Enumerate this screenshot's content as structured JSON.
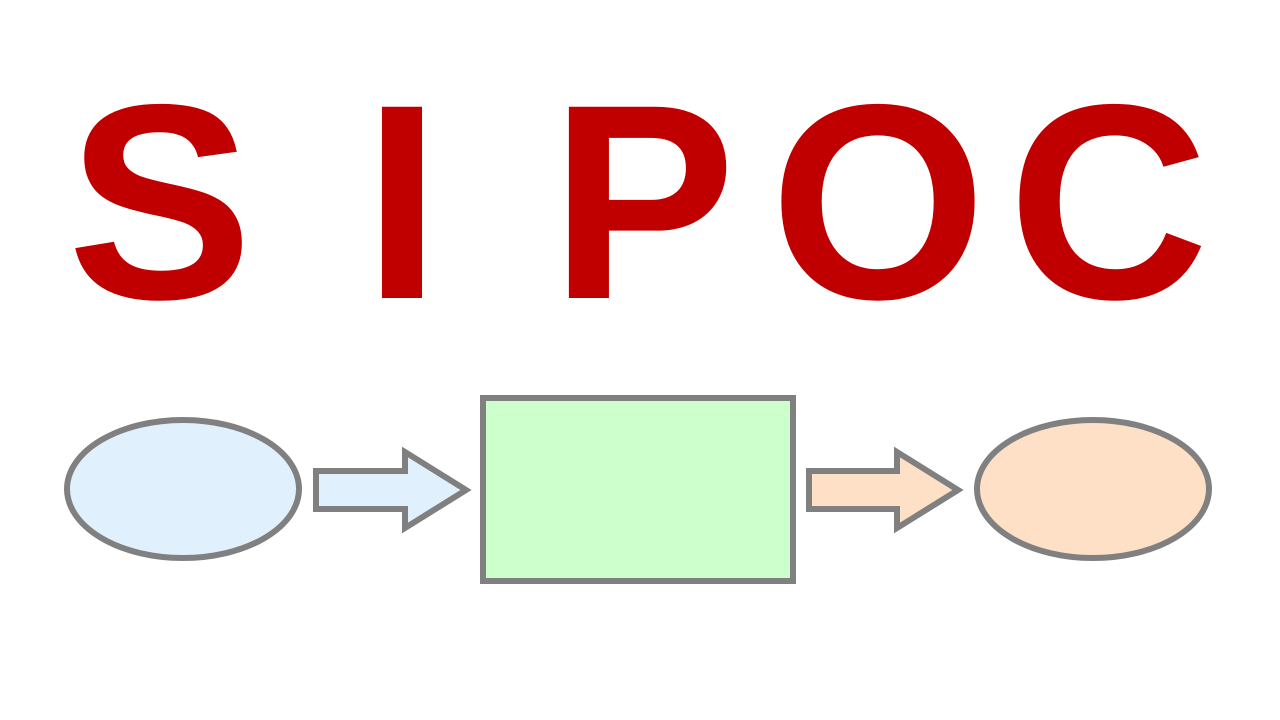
{
  "title_letters": [
    "S",
    "I",
    "P",
    "O",
    "C"
  ],
  "colors": {
    "letter": "#c00000",
    "outline": "#808080",
    "supplier_fill": "#e0f1fd",
    "input_arrow_fill": "#e0f1fd",
    "process_fill": "#ccffcc",
    "output_arrow_fill": "#fde0c6",
    "customer_fill": "#fde0c6"
  },
  "shapes": [
    {
      "name": "supplier-ellipse",
      "kind": "ellipse"
    },
    {
      "name": "input-arrow",
      "kind": "arrow"
    },
    {
      "name": "process-box",
      "kind": "rectangle"
    },
    {
      "name": "output-arrow",
      "kind": "arrow"
    },
    {
      "name": "customer-ellipse",
      "kind": "ellipse"
    }
  ]
}
